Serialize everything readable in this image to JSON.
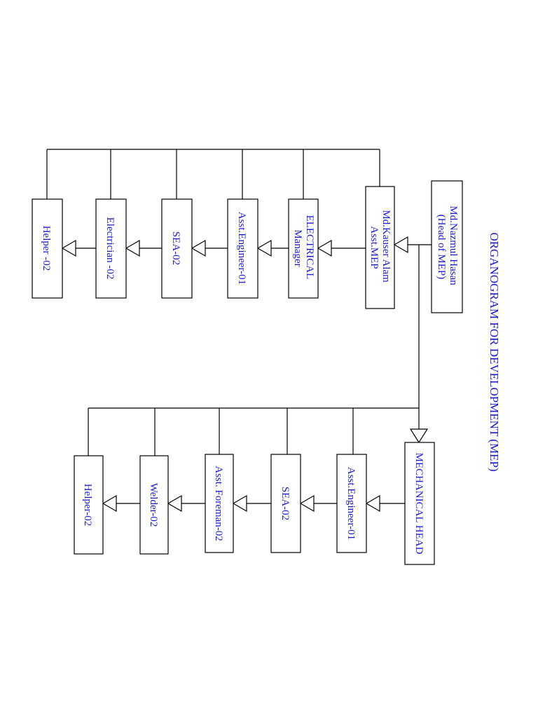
{
  "title": "ORGANOGRAM FOR DEVELOPMENT (MEP)",
  "head": {
    "lines": [
      "Md.Nazmul Hasan",
      "(Head of MEP)"
    ]
  },
  "electrical": {
    "lead": {
      "lines": [
        "Md.Kauser Alam",
        "Asst.MEP"
      ]
    },
    "chain": [
      {
        "lines": [
          "ELECTRICAL",
          "Manager"
        ]
      },
      {
        "lines": [
          "Asst.Engineer-01"
        ]
      },
      {
        "lines": [
          "SEA-02"
        ]
      },
      {
        "lines": [
          "Electrician -02"
        ]
      },
      {
        "lines": [
          "Helper -02"
        ]
      }
    ]
  },
  "mechanical": {
    "lead": {
      "lines": [
        "MECHANICAL HEAD"
      ]
    },
    "chain": [
      {
        "lines": [
          "Asst.Engineer-01"
        ]
      },
      {
        "lines": [
          "SEA-02"
        ]
      },
      {
        "lines": [
          "Asst. Foreman-02"
        ]
      },
      {
        "lines": [
          "Welder-02"
        ]
      },
      {
        "lines": [
          "Helper-02"
        ]
      }
    ]
  },
  "colors": {
    "text": "#1a1acc",
    "line": "#000000"
  }
}
